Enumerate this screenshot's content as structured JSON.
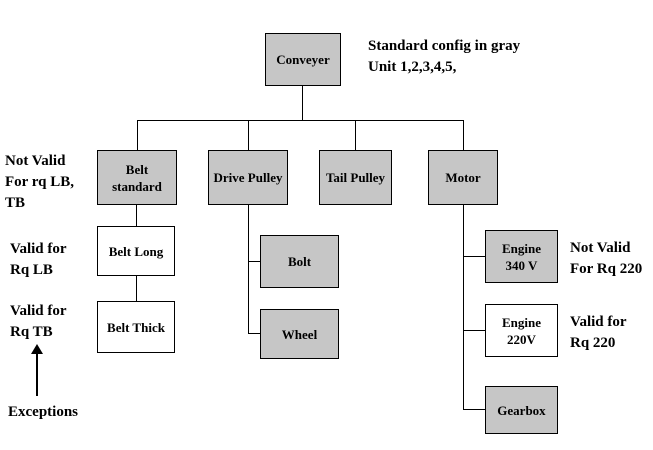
{
  "legend": {
    "line1": "Standard config in gray",
    "line2": "Unit 1,2,3,4,5,"
  },
  "nodes": {
    "conveyer": {
      "label": "Conveyer"
    },
    "belt_standard": {
      "label": "Belt standard"
    },
    "drive_pulley": {
      "label": "Drive Pulley"
    },
    "tail_pulley": {
      "label": "Tail Pulley"
    },
    "motor": {
      "label": "Motor"
    },
    "belt_long": {
      "label": "Belt Long"
    },
    "belt_thick": {
      "label": "Belt Thick"
    },
    "bolt": {
      "label": "Bolt"
    },
    "wheel": {
      "label": "Wheel"
    },
    "engine_340": {
      "line1": "Engine",
      "line2": "340 V"
    },
    "engine_220": {
      "line1": "Engine",
      "line2": "220V"
    },
    "gearbox": {
      "label": "Gearbox"
    }
  },
  "annotations": {
    "not_valid_lb_tb": {
      "line1": "Not Valid",
      "line2": "For rq LB,",
      "line3": "TB"
    },
    "valid_lb": {
      "line1": "Valid for",
      "line2": "Rq LB"
    },
    "valid_tb": {
      "line1": "Valid for",
      "line2": "Rq TB"
    },
    "exceptions": {
      "label": "Exceptions"
    },
    "not_valid_220": {
      "line1": "Not Valid",
      "line2": "For Rq 220"
    },
    "valid_220": {
      "line1": "Valid for",
      "line2": "Rq 220"
    }
  },
  "colors": {
    "box_gray": "#c6c6c6",
    "box_white": "#ffffff",
    "line": "#000000"
  }
}
